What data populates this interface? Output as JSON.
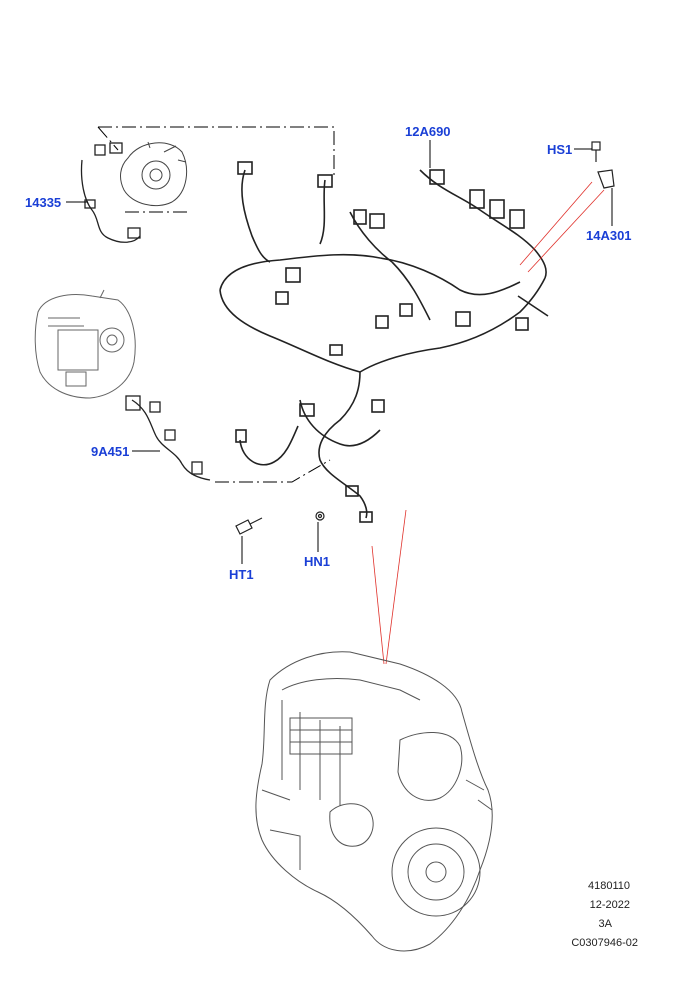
{
  "callouts": {
    "c12a690": "12A690",
    "chs1": "HS1",
    "c14a301": "14A301",
    "c14335": "14335",
    "c9a451": "9A451",
    "cht1": "HT1",
    "chn1": "HN1"
  },
  "footer": {
    "line1": "4180110",
    "line2": "12-2022",
    "line3": "3A",
    "line4": "C0307946-02"
  },
  "colors": {
    "callout": "#1a3fd6",
    "leader": "#000000",
    "red_leader": "#e0302a",
    "drawing": "#444444"
  },
  "icons": [
    "wiring-harness-icon",
    "alternator-icon",
    "engine-block-icon",
    "sensor-icon",
    "bolt-icon",
    "water-pump-icon"
  ]
}
